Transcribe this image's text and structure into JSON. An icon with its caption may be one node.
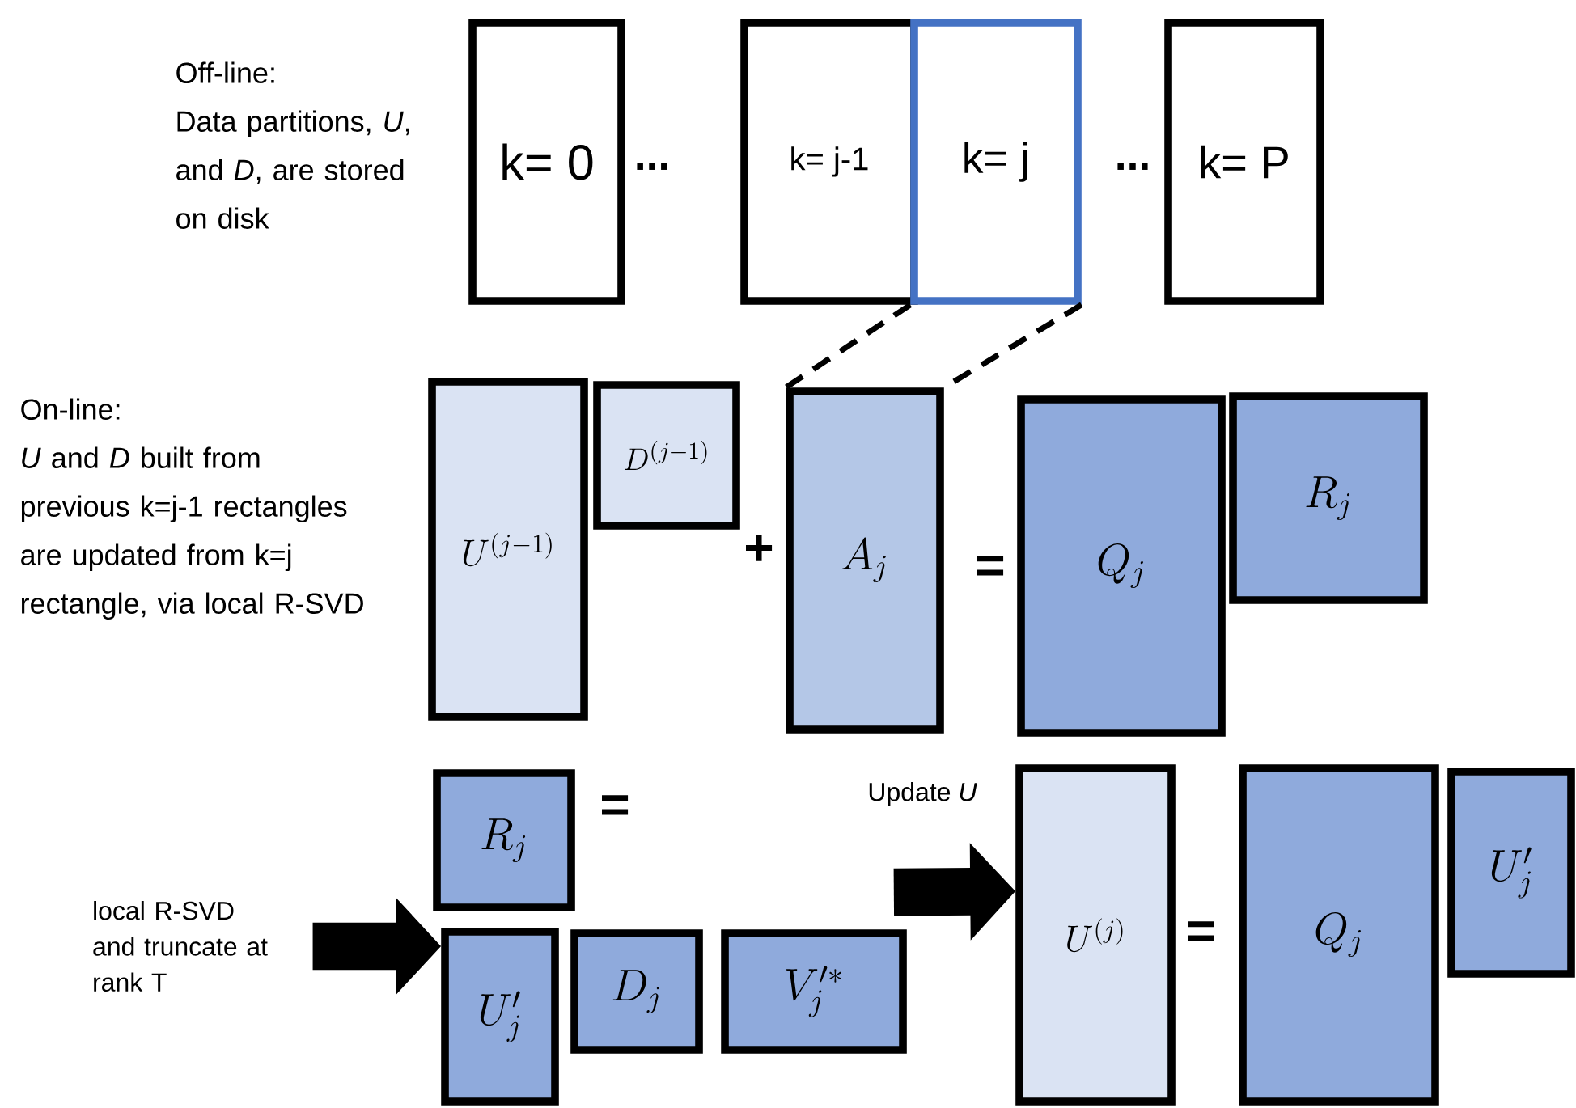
{
  "diagram": {
    "nodes": [
      {
        "text": [
          "k= 0"
        ]
      },
      {
        "text": [
          "k= j-1"
        ]
      },
      {
        "text": [
          "k= j"
        ]
      },
      {
        "text": [
          "k= P"
        ]
      },
      {
        "text": [
          "U^{(j-1)}"
        ]
      },
      {
        "text": [
          "D^{(j-1)}"
        ]
      },
      {
        "text": [
          "A_j"
        ]
      },
      {
        "text": [
          "Q_j"
        ]
      },
      {
        "text": [
          "R_j"
        ]
      },
      {
        "text": [
          "R_j"
        ]
      },
      {
        "text": [
          "U'_j"
        ]
      },
      {
        "text": [
          "D_j"
        ]
      },
      {
        "text": [
          "V_j'^{*}"
        ]
      },
      {
        "text": [
          "U^{(j)}"
        ]
      },
      {
        "text": [
          "Q_j"
        ]
      },
      {
        "text": [
          "U'_j"
        ]
      },
      {
        "text": [
          "local R-SVD and truncate at rank T"
        ]
      }
    ],
    "edges": [
      {
        "from": 2,
        "to": 6,
        "arrow": "none",
        "style": "dashed"
      },
      {
        "from": 2,
        "to": 6,
        "arrow": "none",
        "style": "dashed"
      },
      {
        "from": 16,
        "to": 10,
        "arrow": "to",
        "style": "thick"
      },
      {
        "from": 12,
        "to": 13,
        "arrow": "to",
        "style": "thick",
        "label": "Update *U*"
      }
    ],
    "labels": [
      "Off-line:",
      "Data partitions, *U*, and *D*, are stored on disk",
      "...",
      "...",
      "On-line:",
      "*U* and *D* built from previous k=j-1 rectangles are updated from k=j rectangle, via local R-SVD",
      "+",
      "=",
      "=",
      "="
    ]
  }
}
